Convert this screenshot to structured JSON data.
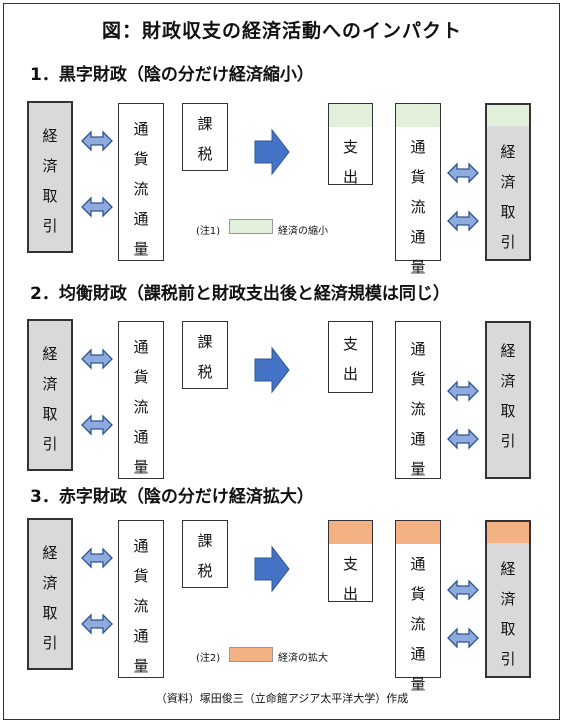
{
  "title": "図：財政収支の経済活動へのインパクト",
  "labels": {
    "trade": "経済取引",
    "money": "通貨流通量",
    "tax": "課税",
    "spend": "支出"
  },
  "sections": [
    {
      "heading": "1．黒字財政（陰の分だけ経済縮小）",
      "note_id": "(注1)",
      "note_text": "経済の縮小",
      "color": "#e2efda"
    },
    {
      "heading": "2．均衡財政（課税前と財政支出後と経済規模は同じ）"
    },
    {
      "heading": "3．赤字財政（陰の分だけ経済拡大）",
      "note_id": "(注2)",
      "note_text": "経済の拡大",
      "color": "#f4b183"
    }
  ],
  "colors": {
    "arrow": "#4472c4",
    "double_arrow_fill": "#8faadc",
    "double_arrow_stroke": "#2f5597",
    "gray_box": "#d9d9d9"
  },
  "caption": "（資料）塚田俊三（立命館アジア太平洋大学）作成"
}
